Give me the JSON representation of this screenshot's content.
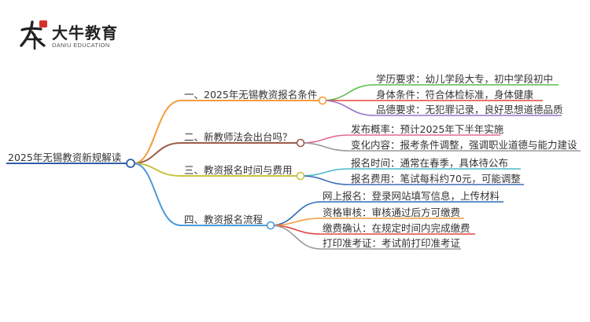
{
  "logo": {
    "name": "大牛教育",
    "sub": "DANIU EDUCATION"
  },
  "root": {
    "label": "2025年无锡教资新规解读"
  },
  "branches": [
    {
      "label": "一、2025年无锡教资报名条件",
      "color": "#f39c3d",
      "children": [
        {
          "label": "学历要求：幼儿学段大专，初中学段初中",
          "color": "#5dbb4f"
        },
        {
          "label": "身体条件：符合体检标准，身体健康",
          "color": "#e0463f"
        },
        {
          "label": "品德要求：无犯罪记录，良好思想道德品质",
          "color": "#9b74c9"
        }
      ]
    },
    {
      "label": "二、新教师法会出台吗？",
      "color": "#9c5b4a",
      "children": [
        {
          "label": "发布概率：预计2025年下半年实施",
          "color": "#e36a8e"
        },
        {
          "label": "变化内容：报考条件调整，强调职业道德与能力建设",
          "color": "#9a9a9a"
        }
      ]
    },
    {
      "label": "三、教资报名时间与费用",
      "color": "#c9c33b",
      "children": [
        {
          "label": "报名时间：通常在春季，具体待公布",
          "color": "#4eb9c9"
        },
        {
          "label": "报名费用：笔试每科约70元，可能调整",
          "color": "#3e6fb6"
        }
      ]
    },
    {
      "label": "四、教资报名流程",
      "color": "#4a9ad8",
      "children": [
        {
          "label": "网上报名：登录网站填写信息，上传材料",
          "color": "#2f6db5"
        },
        {
          "label": "资格审核：审核通过后方可缴费",
          "color": "#f39c3d"
        },
        {
          "label": "缴费确认：在规定时间内完成缴费",
          "color": "#e0463f"
        },
        {
          "label": "打印准考证：考试前打印准考证",
          "color": "#9a9a9a"
        }
      ]
    }
  ]
}
